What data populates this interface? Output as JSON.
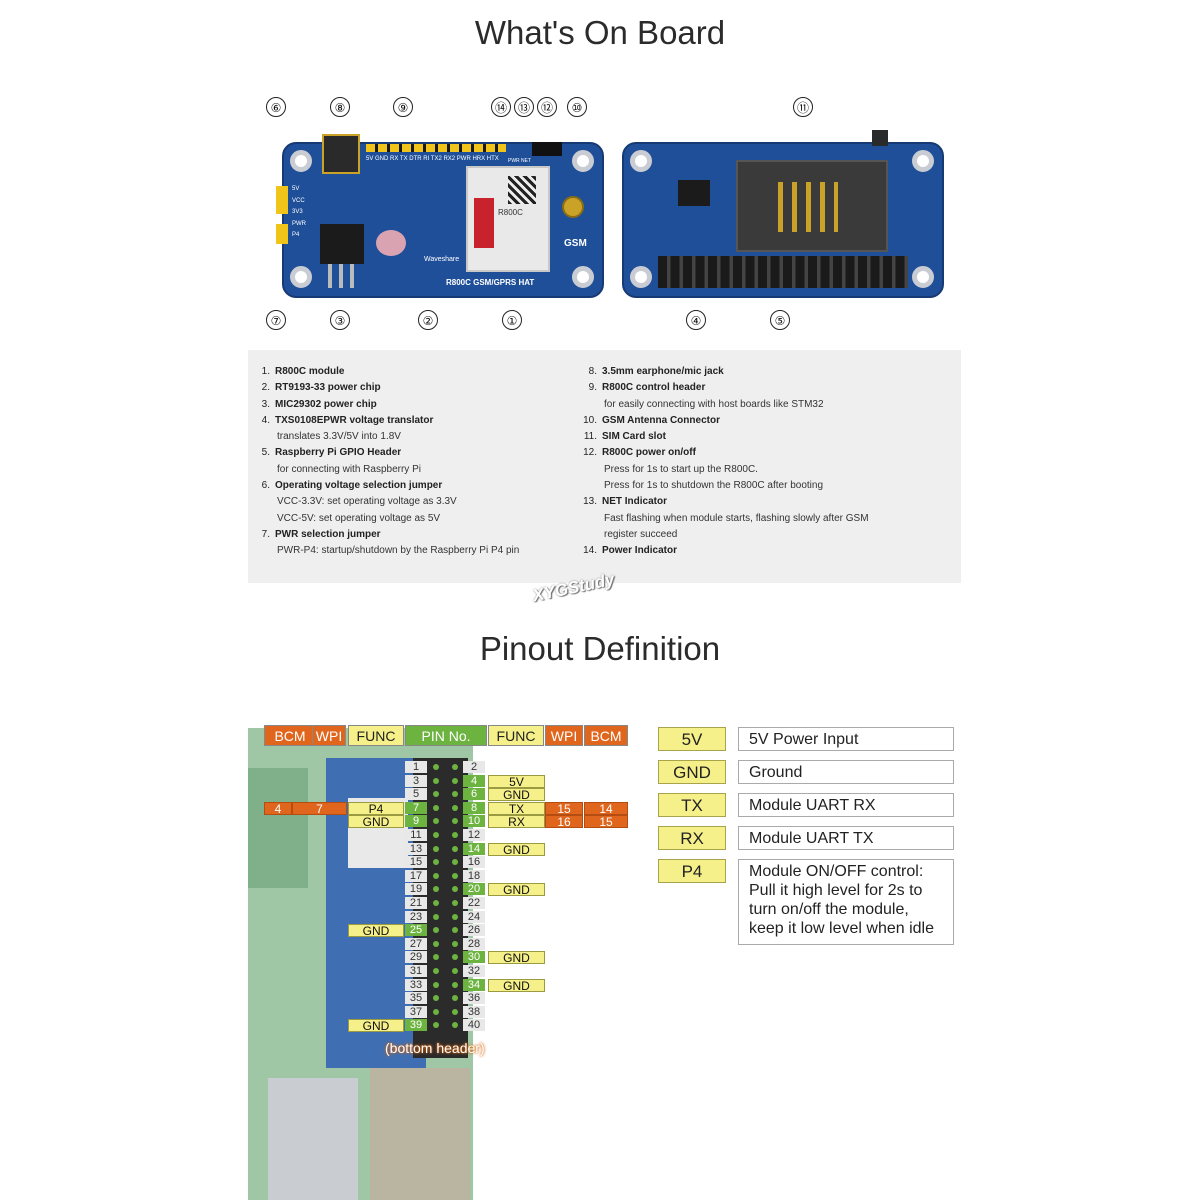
{
  "titles": {
    "board": "What's On Board",
    "pinout": "Pinout Definition"
  },
  "callouts": {
    "c1": "①",
    "c2": "②",
    "c3": "③",
    "c4": "④",
    "c5": "⑤",
    "c6": "⑥",
    "c7": "⑦",
    "c8": "⑧",
    "c9": "⑨",
    "c10": "⑩",
    "c11": "⑪",
    "c12": "⑫",
    "c13": "⑬",
    "c14": "⑭"
  },
  "silk": {
    "brand": "Waveshare",
    "model": "R800C GSM/GPRS HAT",
    "gsm": "GSM",
    "header": "5V GND RX TX DTR RI TX2 RX2 PWR HRX HTX",
    "jumper": [
      "5V",
      "VCC",
      "3V3",
      "PWR",
      "P4"
    ],
    "module": "R800C",
    "pwrnet": "PWR NET"
  },
  "components": {
    "left": [
      {
        "n": "1.",
        "t": "R800C module",
        "sub": []
      },
      {
        "n": "2.",
        "t": "RT9193-33 power chip",
        "sub": []
      },
      {
        "n": "3.",
        "t": "MIC29302 power chip",
        "sub": []
      },
      {
        "n": "4.",
        "t": "TXS0108EPWR voltage translator",
        "sub": [
          "translates 3.3V/5V into 1.8V"
        ]
      },
      {
        "n": "5.",
        "t": "Raspberry Pi GPIO Header",
        "sub": [
          "for connecting with Raspberry Pi"
        ]
      },
      {
        "n": "6.",
        "t": "Operating voltage selection jumper",
        "sub": [
          "VCC-3.3V: set operating voltage as 3.3V",
          "VCC-5V: set operating voltage as 5V"
        ]
      },
      {
        "n": "7.",
        "t": "PWR selection jumper",
        "sub": [
          "PWR-P4: startup/shutdown by the Raspberry Pi P4 pin"
        ]
      }
    ],
    "right": [
      {
        "n": "8.",
        "t": "3.5mm earphone/mic jack",
        "sub": []
      },
      {
        "n": "9.",
        "t": "R800C control header",
        "sub": [
          "for easily connecting with host boards like STM32"
        ]
      },
      {
        "n": "10.",
        "t": "GSM Antenna Connector",
        "sub": []
      },
      {
        "n": "11.",
        "t": "SIM Card slot",
        "sub": []
      },
      {
        "n": "12.",
        "t": "R800C power on/off",
        "sub": [
          "Press for 1s to start up the R800C.",
          "Press for 1s to shutdown the R800C after booting"
        ]
      },
      {
        "n": "13.",
        "t": "NET Indicator",
        "sub": [
          "Fast flashing when module starts, flashing slowly after GSM",
          "register succeed"
        ]
      },
      {
        "n": "14.",
        "t": "Power Indicator",
        "sub": []
      }
    ]
  },
  "watermark": "XYGStudy",
  "pin_header": [
    "BCM",
    "WPI",
    "FUNC",
    "PIN No.",
    "FUNC",
    "WPI",
    "BCM"
  ],
  "pins_left": [
    "1",
    "3",
    "5",
    "7",
    "9",
    "11",
    "13",
    "15",
    "17",
    "19",
    "21",
    "23",
    "25",
    "27",
    "29",
    "31",
    "33",
    "35",
    "37",
    "39"
  ],
  "pins_right": [
    "2",
    "4",
    "6",
    "8",
    "10",
    "12",
    "14",
    "16",
    "18",
    "20",
    "22",
    "24",
    "26",
    "28",
    "30",
    "32",
    "34",
    "36",
    "38",
    "40"
  ],
  "pin_labels": {
    "p4_func": "5V",
    "p6_func": "GND",
    "p8_func": "TX",
    "p8_wpi": "15",
    "p8_bcm": "14",
    "p10_func": "RX",
    "p10_wpi": "16",
    "p10_bcm": "15",
    "p7_bcm": "4",
    "p7_wpi": "7",
    "p7_func": "P4",
    "p9_func": "GND",
    "p14_func": "GND",
    "p20_func": "GND",
    "p25_func": "GND",
    "p30_func": "GND",
    "p34_func": "GND",
    "p39_func": "GND"
  },
  "bottom_header": "(bottom header)",
  "legend": [
    {
      "k": "5V",
      "v": "5V Power Input"
    },
    {
      "k": "GND",
      "v": "Ground"
    },
    {
      "k": "TX",
      "v": "Module UART RX"
    },
    {
      "k": "RX",
      "v": "Module UART TX"
    },
    {
      "k": "P4",
      "v": "Module ON/OFF control: Pull it high level for 2s to turn on/off the module, keep it low level when idle"
    }
  ],
  "colors": {
    "pcb": "#1f4f99",
    "pin_green": "#6cb33f",
    "tag_yellow": "#f5f089",
    "tag_orange": "#e0661d"
  }
}
